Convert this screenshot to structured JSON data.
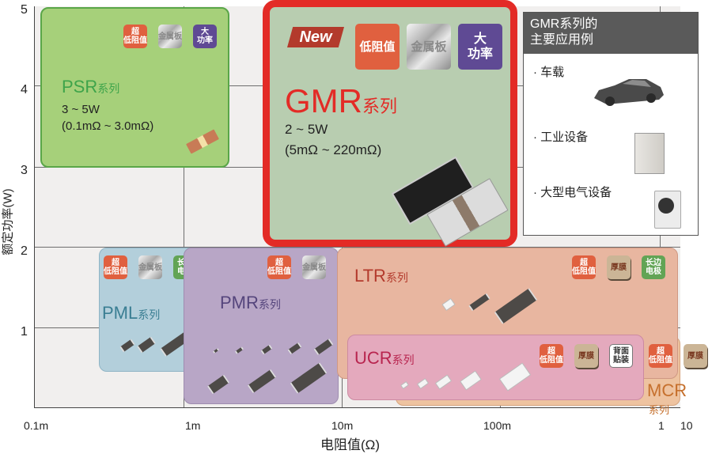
{
  "chart_data": {
    "type": "table",
    "title": "",
    "xlabel": "电阻值(Ω)",
    "ylabel": "额定功率(W)",
    "x_scale": "log",
    "x_ticks": [
      "0.1m",
      "1m",
      "10m",
      "100m",
      "1",
      "10"
    ],
    "y_ticks": [
      "1",
      "2",
      "3",
      "4",
      "5"
    ],
    "xlim": [
      "0.1m",
      "10"
    ],
    "ylim": [
      0,
      5
    ],
    "grid": true,
    "series": [
      {
        "name": "PSR",
        "label": "PSR",
        "suffix": "系列",
        "power": "3 ~ 5W",
        "range": "(0.1mΩ ~ 3.0mΩ)",
        "power_range_w": [
          3,
          5
        ],
        "resistance_range": [
          "0.1m",
          "3.0m"
        ],
        "badges": [
          "超低阻值",
          "金属板",
          "大功率"
        ],
        "color": "#a6d07a"
      },
      {
        "name": "GMR",
        "label": "GMR",
        "suffix": "系列",
        "power": "2 ~ 5W",
        "range": "(5mΩ ~ 220mΩ)",
        "power_range_w": [
          2,
          5
        ],
        "resistance_range": [
          "5m",
          "220m"
        ],
        "badges": [
          "低阻值",
          "金属板",
          "大功率"
        ],
        "tag": "New",
        "color": "#b8cdb0",
        "border_color": "#e32b26"
      },
      {
        "name": "PML",
        "label": "PML",
        "suffix": "系列",
        "badges": [
          "超低阻值",
          "金属板",
          "长边电极"
        ],
        "color": "#b3cfdb"
      },
      {
        "name": "PMR",
        "label": "PMR",
        "suffix": "系列",
        "badges": [
          "超低阻值",
          "金属板"
        ],
        "color": "#b8a6c6"
      },
      {
        "name": "LTR",
        "label": "LTR",
        "suffix": "系列",
        "badges": [
          "超低阻值",
          "厚膜",
          "长边电极"
        ],
        "color": "#e8b6a0"
      },
      {
        "name": "UCR",
        "label": "UCR",
        "suffix": "系列",
        "badges": [
          "超低阻值",
          "厚膜",
          "背面贴装"
        ],
        "color": "#e4a9bd"
      },
      {
        "name": "MCR",
        "label": "MCR",
        "suffix": "系列",
        "badges": [
          "超低阻值",
          "厚膜"
        ],
        "color": "#eec3a0"
      }
    ],
    "applications_panel": {
      "title_line1": "GMR系列的",
      "title_line2": "主要应用例",
      "items": [
        "· 车载",
        "· 工业设备",
        "· 大型电气设备"
      ]
    }
  }
}
